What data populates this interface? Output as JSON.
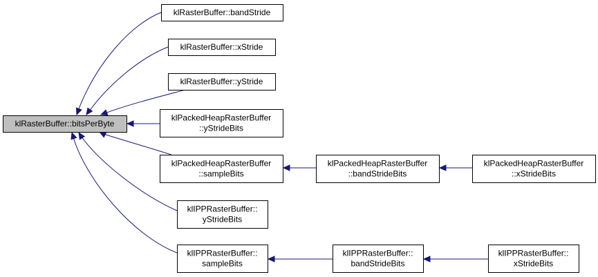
{
  "colors": {
    "edge": "#191970",
    "root_fill": "#bfbfbf",
    "node_fill": "#ffffff",
    "node_border": "#000000"
  },
  "nodes": [
    {
      "id": "root",
      "lines": [
        "klRasterBuffer::bitsPerByte"
      ]
    },
    {
      "id": "bandStride",
      "lines": [
        "klRasterBuffer::bandStride"
      ]
    },
    {
      "id": "xStride",
      "lines": [
        "klRasterBuffer::xStride"
      ]
    },
    {
      "id": "yStride",
      "lines": [
        "klRasterBuffer::yStride"
      ]
    },
    {
      "id": "pkYStrideBits",
      "lines": [
        "klPackedHeapRasterBuffer",
        "::yStrideBits"
      ]
    },
    {
      "id": "pkSampleBits",
      "lines": [
        "klPackedHeapRasterBuffer",
        "::sampleBits"
      ]
    },
    {
      "id": "pkBandStrideBits",
      "lines": [
        "klPackedHeapRasterBuffer",
        "::bandStrideBits"
      ]
    },
    {
      "id": "pkXStrideBits",
      "lines": [
        "klPackedHeapRasterBuffer",
        "::xStrideBits"
      ]
    },
    {
      "id": "ippYStrideBits",
      "lines": [
        "klIPPRasterBuffer::",
        "yStrideBits"
      ]
    },
    {
      "id": "ippSampleBits",
      "lines": [
        "klIPPRasterBuffer::",
        "sampleBits"
      ]
    },
    {
      "id": "ippBandStrideBits",
      "lines": [
        "klIPPRasterBuffer::",
        "bandStrideBits"
      ]
    },
    {
      "id": "ippXStrideBits",
      "lines": [
        "klIPPRasterBuffer::",
        "xStrideBits"
      ]
    }
  ],
  "edges": [
    {
      "from": "bandStride",
      "to": "root"
    },
    {
      "from": "xStride",
      "to": "root"
    },
    {
      "from": "yStride",
      "to": "root"
    },
    {
      "from": "pkYStrideBits",
      "to": "root"
    },
    {
      "from": "pkSampleBits",
      "to": "root"
    },
    {
      "from": "ippYStrideBits",
      "to": "root"
    },
    {
      "from": "ippSampleBits",
      "to": "root"
    },
    {
      "from": "pkBandStrideBits",
      "to": "pkSampleBits"
    },
    {
      "from": "pkXStrideBits",
      "to": "pkBandStrideBits"
    },
    {
      "from": "ippBandStrideBits",
      "to": "ippSampleBits"
    },
    {
      "from": "ippXStrideBits",
      "to": "ippBandStrideBits"
    }
  ]
}
